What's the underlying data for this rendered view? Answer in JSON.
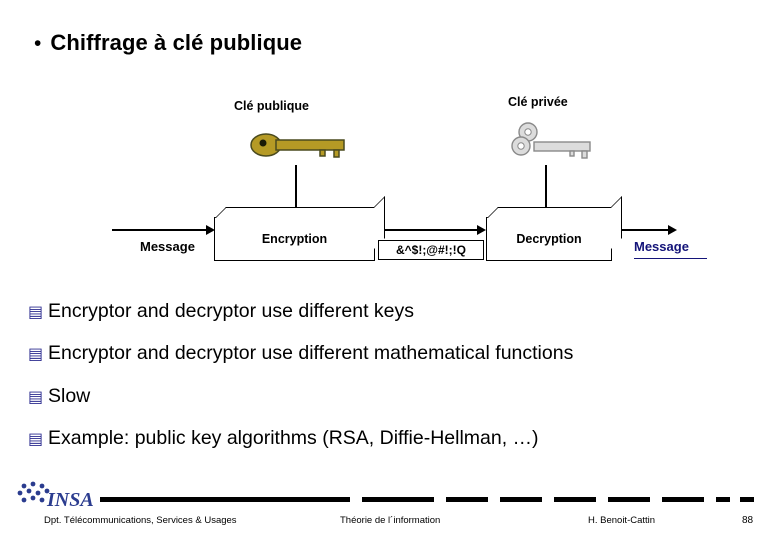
{
  "slide": {
    "title": {
      "bullet": "•",
      "text": "Chiffrage à clé publique"
    },
    "diagram": {
      "public_key_label": "Clé publique",
      "private_key_label": "Clé privée",
      "message_in": "Message",
      "message_out": "Message",
      "encryption_box": "Encryption",
      "decryption_box": "Decryption",
      "ciphertext": "&^$!;@#!;!Q",
      "public_key_icon": "key-icon",
      "private_key_icon": "key-icon",
      "arrow_in": "arrow-right-icon",
      "arrow_mid": "arrow-right-icon",
      "arrow_out": "arrow-right-icon",
      "arrow_pub_down": "arrow-down-icon",
      "arrow_priv_down": "arrow-down-icon",
      "key_body_color": "#b59a25",
      "key_outline_color": "#4a4a1e",
      "private_key_color": "#cfcfcf",
      "message_out_color": "#141479"
    },
    "bullets": [
      {
        "mark": "▤",
        "text": "Encryptor and decryptor use different keys"
      },
      {
        "mark": "▤",
        "text": "Encryptor and decryptor use different mathematical functions"
      },
      {
        "mark": "▤",
        "text": "Slow"
      },
      {
        "mark": "▤",
        "text": "Example: public key algorithms (RSA, Diffie-Hellman, …)"
      }
    ],
    "footer": {
      "left": "Dpt. Télécommunications, Services & Usages",
      "middle": "Théorie de l´information",
      "right": "H. Benoit-Cattin",
      "page": "88",
      "logo_text": "INSA",
      "logo_icon": "insa-logo-icon"
    }
  }
}
